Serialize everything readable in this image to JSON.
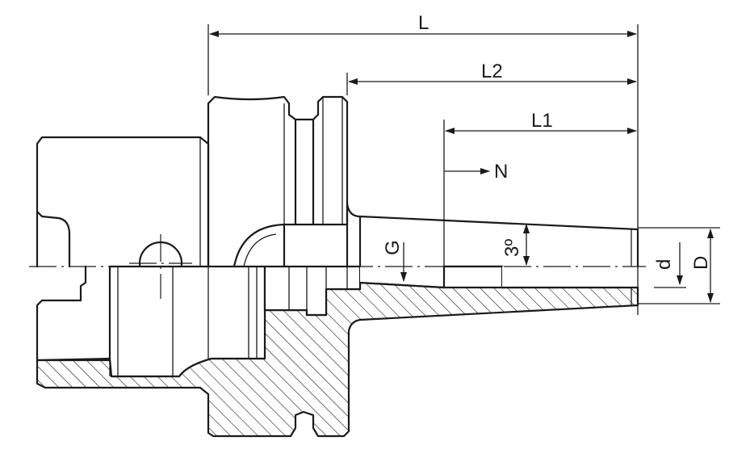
{
  "labels": {
    "L": "L",
    "L2": "L2",
    "L1": "L1",
    "N": "N",
    "G": "G",
    "angle": "3º",
    "d": "d",
    "D": "D"
  }
}
